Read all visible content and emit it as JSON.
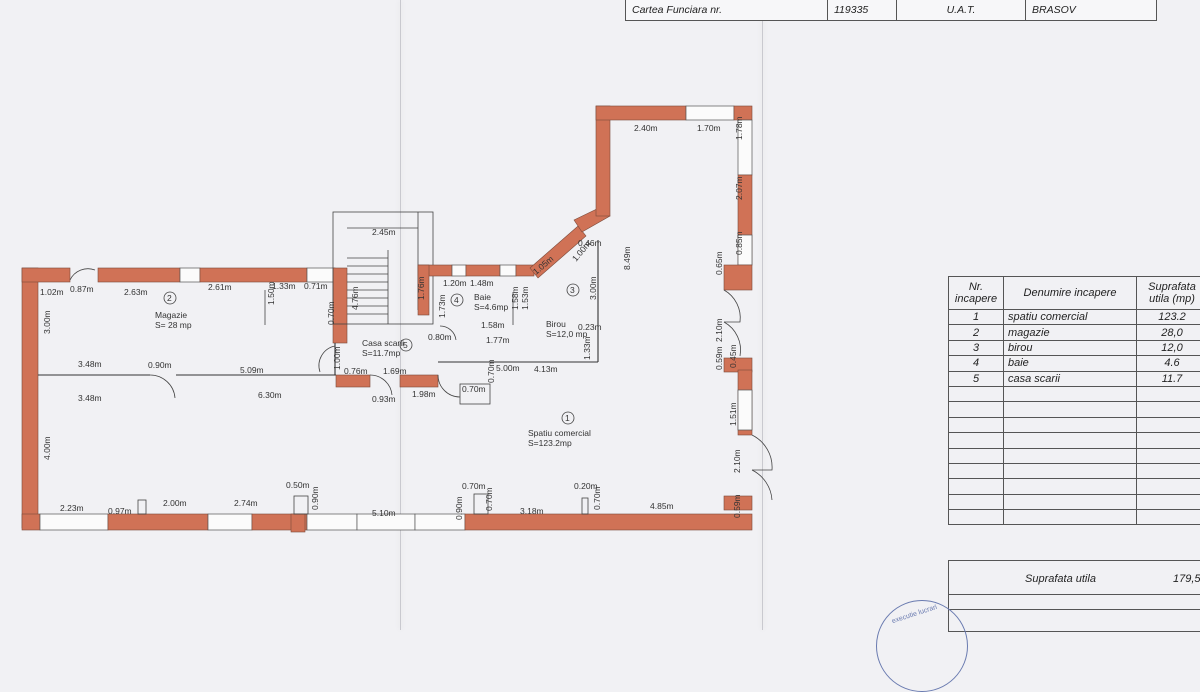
{
  "header_row": {
    "label": "Cartea Funciara nr.",
    "number": "119335",
    "uat_label": "U.A.T.",
    "uat_value": "BRASOV"
  },
  "rooms": [
    {
      "num": "2",
      "name": "Magazie",
      "area": "S= 28 mp"
    },
    {
      "num": "3",
      "name": "Birou",
      "area": "S=12,0 mp"
    },
    {
      "num": "4",
      "name": "Baie",
      "area": "S=4.6mp"
    },
    {
      "num": "5",
      "name": "Casa scarii",
      "area": "S=11.7mp"
    },
    {
      "num": "1",
      "name": "Spatiu comercial",
      "area": "S=123.2mp"
    }
  ],
  "dimensions": [
    "2.40m",
    "1.70m",
    "1.78m",
    "2.07m",
    "0.85m",
    "0.65m",
    "8.49m",
    "0.46m",
    "1.00m",
    "1.05m",
    "3.00m",
    "2.45m",
    "1.20m",
    "1.48m",
    "1.73m",
    "1.58m",
    "1.58m",
    "1.53m",
    "1.77m",
    "0.23m",
    "1.33m",
    "1.02m",
    "0.87m",
    "2.63m",
    "2.61m",
    "1.33m",
    "0.71m",
    "4.76m",
    "1.76m",
    "1.50m",
    "0.70m",
    "3.00m",
    "3.48m",
    "0.90m",
    "5.09m",
    "1.00m",
    "0.80m",
    "5.00m",
    "0.76m",
    "1.69m",
    "3.48m",
    "6.30m",
    "0.93m",
    "1.98m",
    "0.70m",
    "0.70m",
    "4.13m",
    "2.10m",
    "0.59m",
    "0.45m",
    "1.51m",
    "4.00m",
    "2.10m",
    "0.50m",
    "0.90m",
    "0.70m",
    "0.90m",
    "0.70m",
    "0.20m",
    "0.70m",
    "2.23m",
    "0.97m",
    "2.00m",
    "2.74m",
    "5.10m",
    "3.18m",
    "4.85m",
    "0.59m"
  ],
  "table": {
    "headers": [
      "Nr. incapere",
      "Denumire incapere",
      "Suprafata utila (mp)"
    ],
    "rows": [
      {
        "nr": "1",
        "name": "spatiu comercial",
        "area": "123.2"
      },
      {
        "nr": "2",
        "name": "magazie",
        "area": "28,0"
      },
      {
        "nr": "3",
        "name": "birou",
        "area": "12,0"
      },
      {
        "nr": "4",
        "name": "baie",
        "area": "4.6"
      },
      {
        "nr": "5",
        "name": "casa scarii",
        "area": "11.7"
      }
    ],
    "total_label": "Suprafata utila",
    "total_value": "179,5"
  },
  "stamp_text": "executie lucrari"
}
